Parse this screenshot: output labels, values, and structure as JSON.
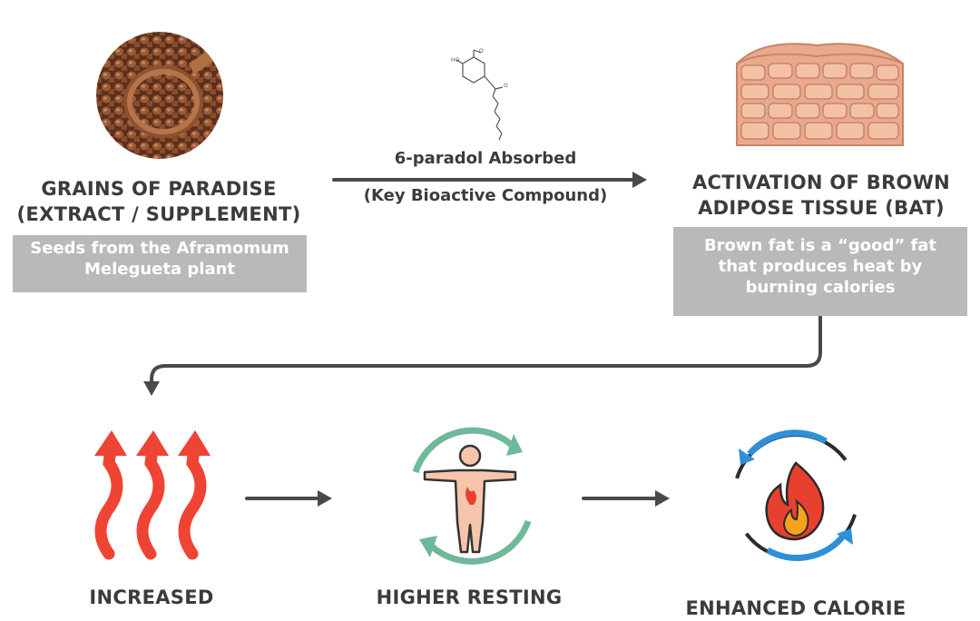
{
  "nodes": {
    "grains": {
      "title_line1": "GRAINS OF PARADISE",
      "title_line2": "(EXTRACT / SUPPLEMENT)",
      "desc_line1": "Seeds from the Aframomum",
      "desc_line2": "Melegueta plant"
    },
    "bat": {
      "title_line1": "ACTIVATION OF BROWN",
      "title_line2": "ADIPOSE TISSUE (BAT)",
      "desc_line1": "Brown fat is a “good” fat",
      "desc_line2": "that produces heat by",
      "desc_line3": "burning calories"
    },
    "thermogenesis": {
      "title": "INCREASED"
    },
    "metabolism": {
      "title": "HIGHER RESTING"
    },
    "calorie": {
      "title": "ENHANCED CALORIE"
    }
  },
  "edges": {
    "absorbed": {
      "label": "6-paradol Absorbed",
      "sublabel": "(Key Bioactive Compound)"
    }
  },
  "colors": {
    "arrow": "#4a4a4a",
    "desc_box": "#b9b9b9",
    "heat_red": "#ef4333",
    "cycle_blue": "#2f8fd8",
    "cycle_green": "#6fb89a",
    "flame_red": "#e8402f",
    "flame_orange": "#f7a21b"
  },
  "icons": [
    "seeds-spoon-icon",
    "molecule-structure-icon",
    "fat-tissue-icon",
    "heat-waves-icon",
    "body-metabolism-icon",
    "burning-cycle-icon"
  ]
}
